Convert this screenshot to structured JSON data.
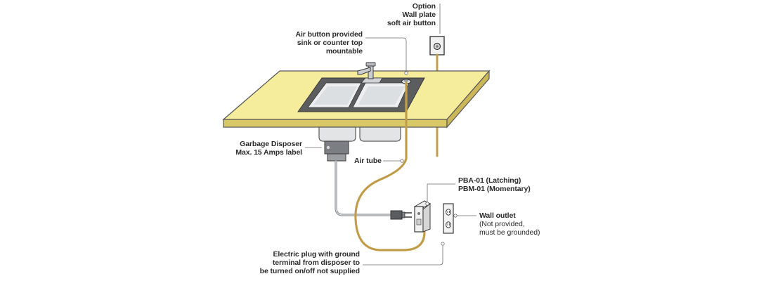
{
  "labels": {
    "option_wall_plate": [
      "Option",
      "Wall plate",
      "soft air button"
    ],
    "air_button": [
      "Air button provided",
      "sink or counter top",
      "mountable"
    ],
    "garbage_disposer": [
      "Garbage Disposer",
      "Max. 15 Amps label"
    ],
    "air_tube": "Air tube",
    "switch_models": [
      "PBA-01 (Latching)",
      "PBM-01 (Momentary)"
    ],
    "wall_outlet": {
      "title": "Wall outlet",
      "notes": [
        "(Not provided,",
        "must be grounded)"
      ]
    },
    "electric_plug": [
      "Electric plug with ground",
      "terminal from disposer to",
      "be turned on/off not supplied"
    ]
  },
  "colors": {
    "countertop": "#f5ec9c",
    "countertop_edge": "#d9c867",
    "sink_rim": "#5b5d5f",
    "basin": "#eceeef",
    "air_tube": "#c9a44f",
    "cable": "#8a8d90",
    "leader": "#6b6b6b"
  }
}
